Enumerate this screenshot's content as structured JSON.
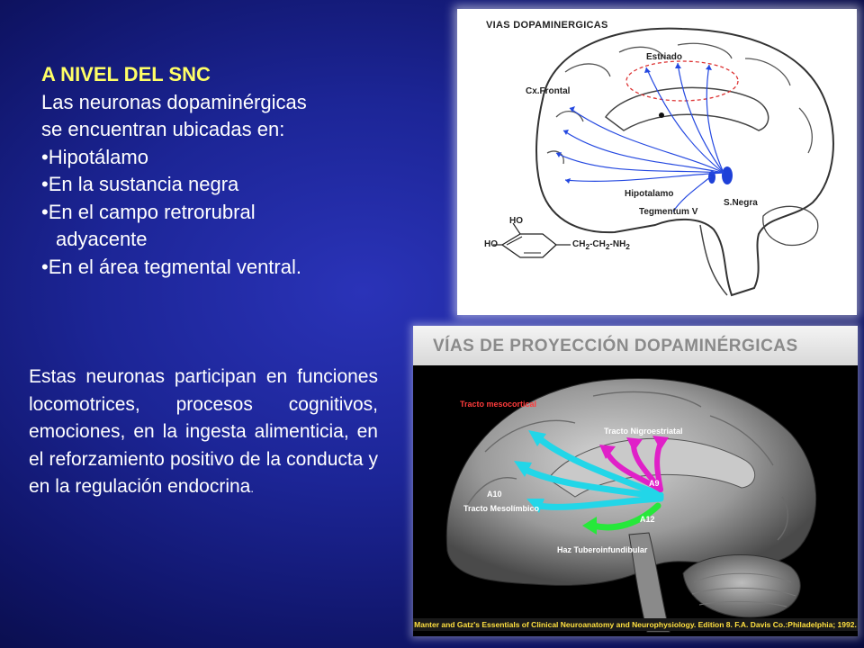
{
  "left_text": {
    "heading": "A NIVEL DEL SNC",
    "line1": "Las neuronas dopaminérgicas",
    "line2": "se encuentran ubicadas en:",
    "bullet1": "•Hipotálamo",
    "bullet2": "•En la sustancia negra",
    "bullet3": "•En el campo retrorubral",
    "bullet3_cont": "adyacente",
    "bullet4": "•En el área tegmental ventral."
  },
  "paragraph": {
    "text": "Estas neuronas participan en funciones locomotrices, procesos cognitivos, emociones, en la ingesta alimenticia, en el reforzamiento positivo de la conducta y en la regulación endocrina",
    "end_mark": "."
  },
  "diagram_top": {
    "title": "VIAS DOPAMINERGICAS",
    "labels": {
      "estriado": "Estriado",
      "cx_frontal": "Cx.Frontal",
      "hipotalamo": "Hipotalamo",
      "s_negra": "S.Negra",
      "tegmentum": "Tegmentum V",
      "ho1": "HO",
      "ho2": "HO",
      "formula_ch": "CH",
      "formula_sub1": "2",
      "formula_mid": "-CH",
      "formula_sub2": "2",
      "formula_nh": "-NH",
      "formula_sub3": "2"
    }
  },
  "diagram_bottom": {
    "title": "VÍAS DE PROYECCIÓN DOPAMINÉRGICAS",
    "labels": {
      "mesocortical": "Tracto mesocortical",
      "nigroestriatal": "Tracto Nigroestriatal",
      "a10": "A10",
      "a9": "A9",
      "mesolimbico": "Tracto Mesolímbico",
      "a12": "A12",
      "tuberoinfundibular": "Haz Tuberoinfundibular"
    },
    "caption": "Manter and Gatz's Essentials of Clinical Neuroanatomy and Neurophysiology. Edition 8. F.A. Davis Co.:Philadelphia; 1992."
  }
}
